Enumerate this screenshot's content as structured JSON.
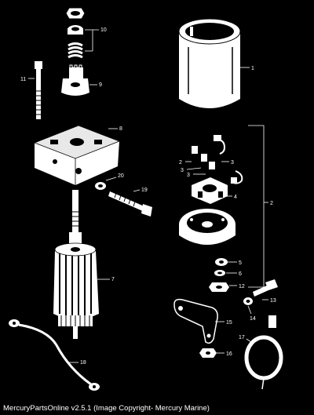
{
  "parts": {
    "p1": "1",
    "p2": "2",
    "p3": "3",
    "p4": "4",
    "p5": "5",
    "p6": "6",
    "p7": "7",
    "p8": "8",
    "p9": "9",
    "p10": "10",
    "p11": "11",
    "p12": "12",
    "p13": "13",
    "p14": "14",
    "p15": "15",
    "p16": "16",
    "p17": "17",
    "p18": "18",
    "p19": "19",
    "p20": "20"
  },
  "footer": {
    "text": "MercuryPartsOnline v2.5.1 (Image Copyright- Mercury Marine)"
  }
}
